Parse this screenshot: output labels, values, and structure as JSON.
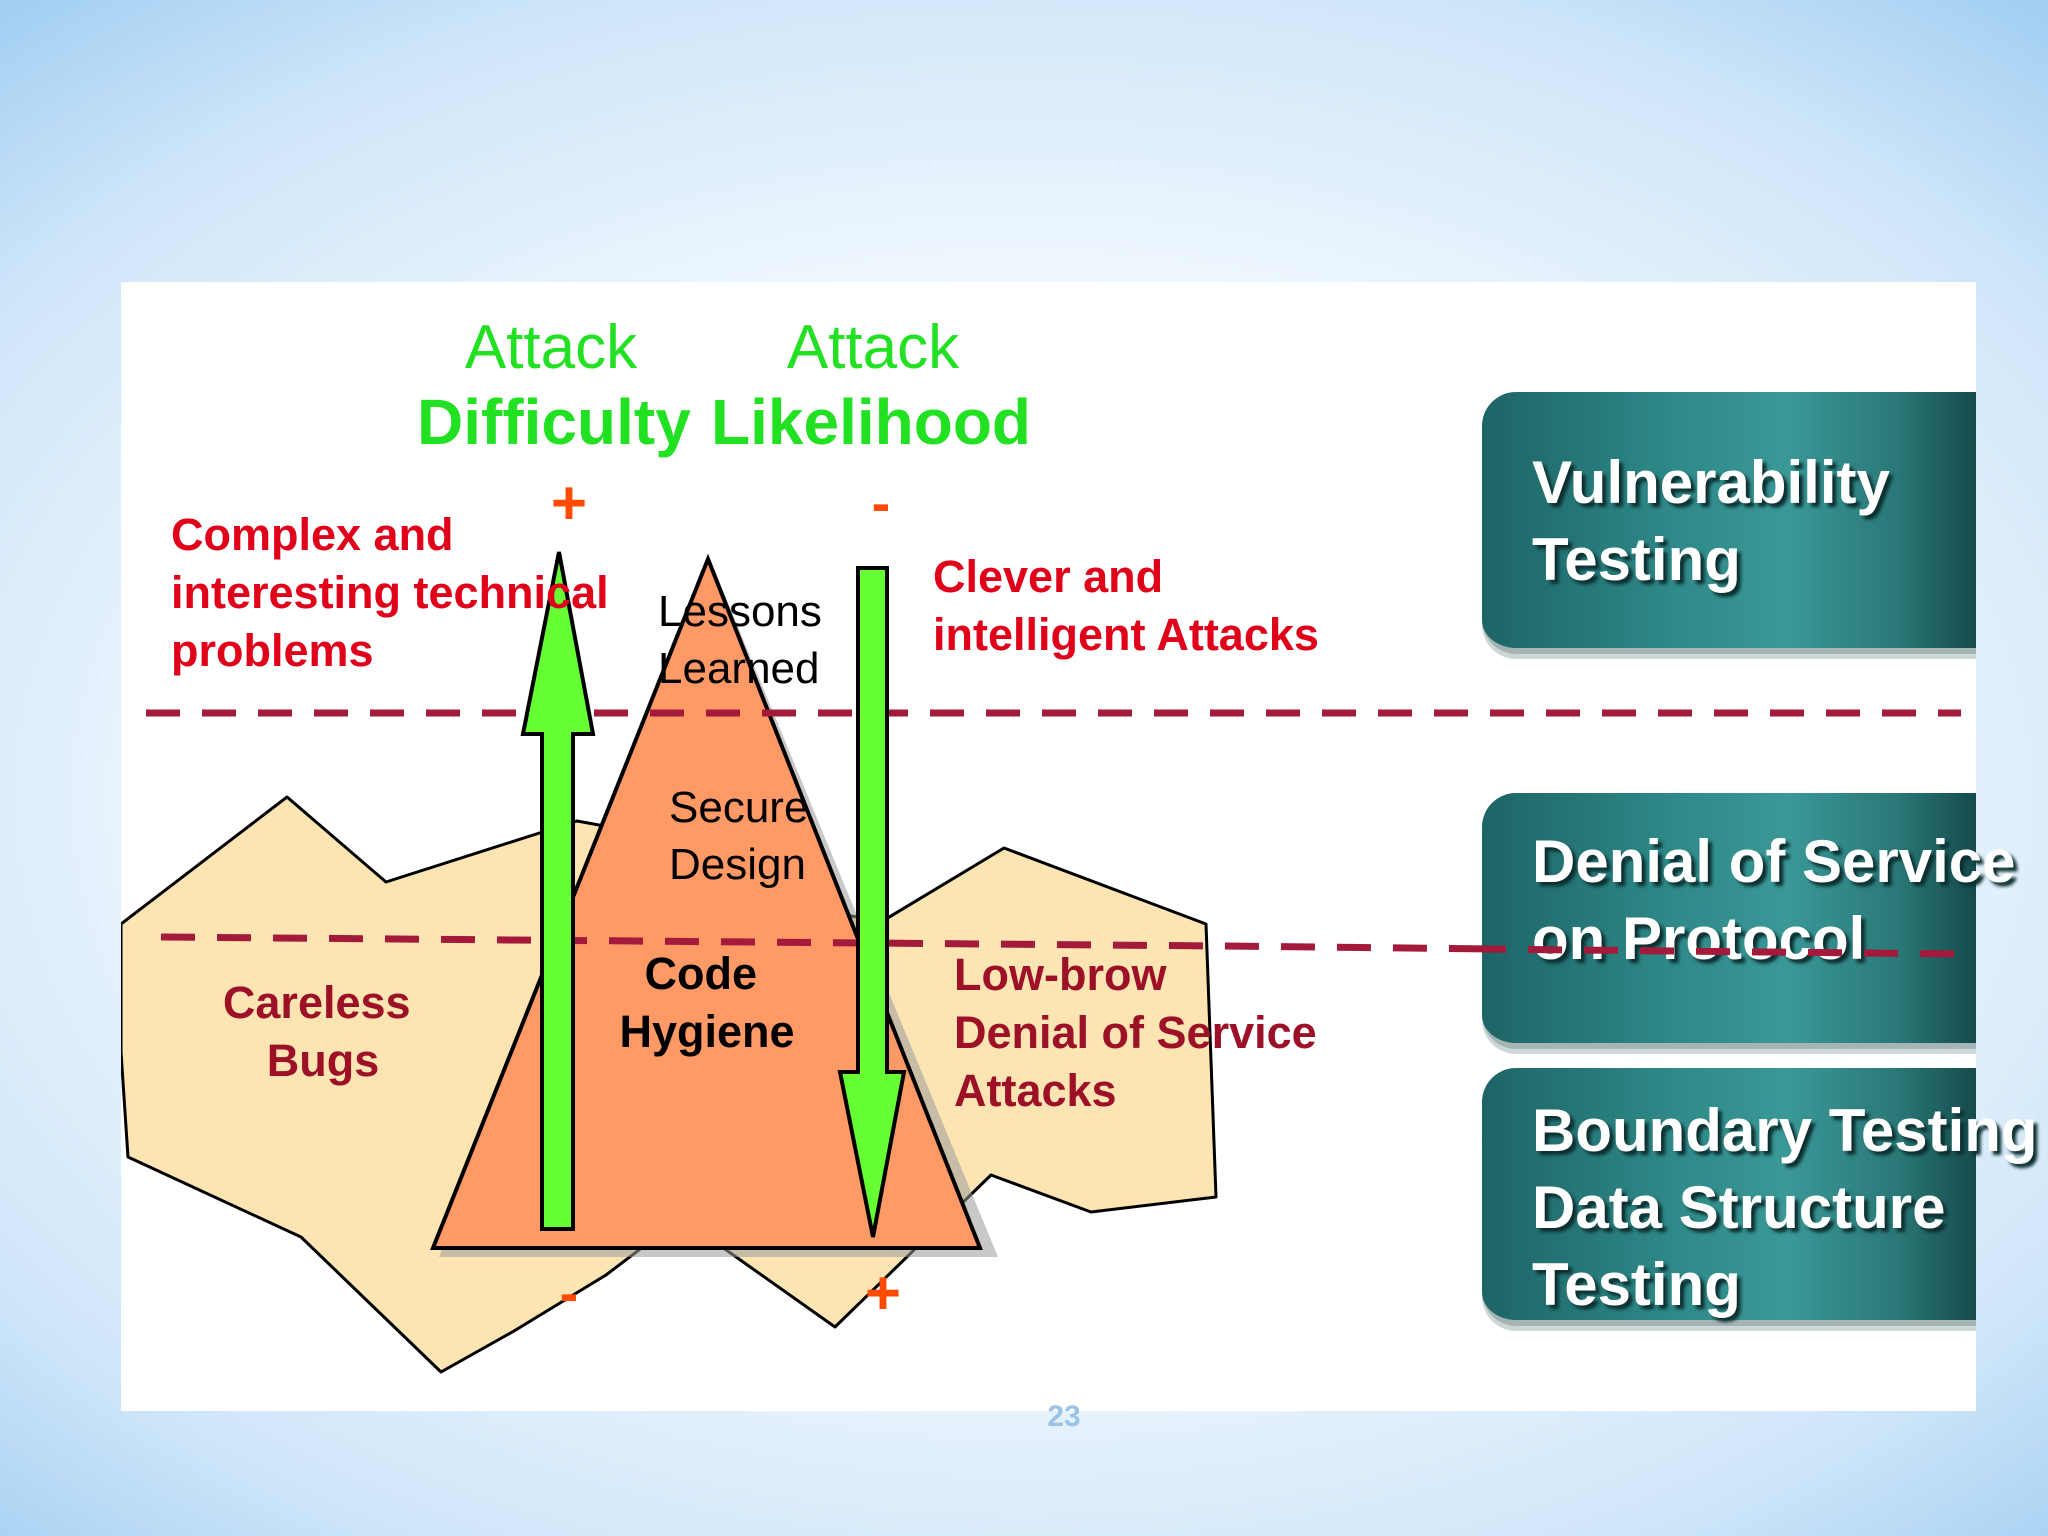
{
  "axes": {
    "difficulty": {
      "line1": "Attack",
      "line2": "Difficulty",
      "top_sign": "+",
      "bottom_sign": "-"
    },
    "likelihood": {
      "line1": "Attack",
      "line2": "Likelihood",
      "top_sign": "-",
      "bottom_sign": "+"
    }
  },
  "left_labels": {
    "complex": [
      "Complex and",
      "interesting technical",
      "problems"
    ],
    "careless": [
      "Careless",
      "Bugs"
    ]
  },
  "right_labels": {
    "clever": [
      "Clever and",
      "intelligent Attacks"
    ],
    "lowbrow": [
      "Low-brow",
      "Denial of Service",
      "Attacks"
    ]
  },
  "pyramid": {
    "top": [
      "Lessons",
      "Learned"
    ],
    "middle": [
      "Secure",
      "Design"
    ],
    "bottom": [
      "Code",
      "Hygiene"
    ]
  },
  "panels": {
    "vulnerability": [
      "Vulnerability",
      "Testing"
    ],
    "dos": [
      "Denial of Service",
      "on Protocol"
    ],
    "boundary": [
      "Boundary Testing",
      "Data Structure",
      "Testing"
    ]
  },
  "slide_number": "23",
  "colors": {
    "axis_title": "#22e022",
    "red_text": "#e0001a",
    "dark_red_text": "#9c1028",
    "sign_orange": "#ff4a00",
    "pyramid_fill": "#ff9966",
    "land_fill": "#fde5b3",
    "arrow_fill": "#66ff33",
    "dashed_line": "#a31a3a",
    "panel_teal": "#2f8a89"
  }
}
